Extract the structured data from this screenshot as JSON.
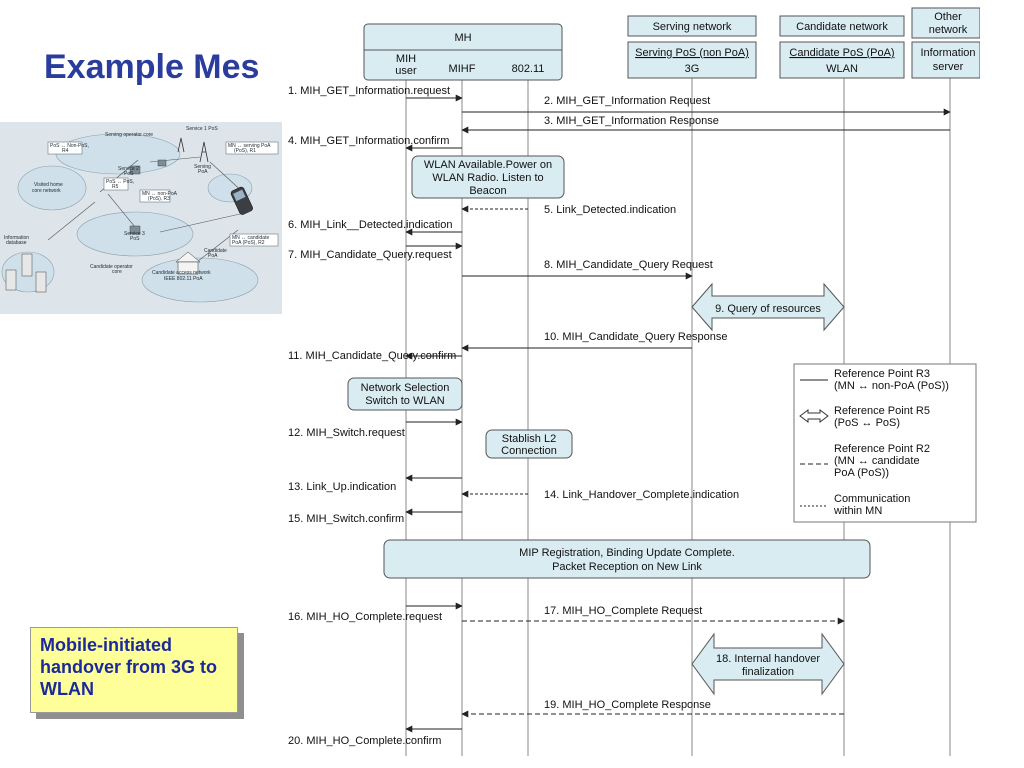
{
  "slide": {
    "title": "Example Mes",
    "note": "Mobile-initiated handover from 3G to WLAN"
  },
  "topology": {
    "labels": {
      "serving_core": "Serving operator core",
      "service1": "Service 1 PoS",
      "pos_nonpos_r4_a": "PoS ↔ Non-PoS,",
      "pos_nonpos_r4_b": "R4",
      "mn_serving_a": "MN ↔ serving PoA",
      "mn_serving_b": "(PoS), R1",
      "service2_a": "Service 2",
      "service2_b": "PoS",
      "pos_pos_r5_a": "PoS ↔ PoS,",
      "pos_pos_r5_b": "R5",
      "serving_poa_a": "Serving",
      "serving_poa_b": "PoA",
      "mn_nonpoa_a": "MN ↔ non-PoA",
      "mn_nonpoa_b": "(PoS), R3",
      "visited_a": "Visited home",
      "visited_b": "core network",
      "info_db_a": "Information",
      "info_db_b": "database",
      "service3_a": "Service 3",
      "service3_b": "PoS",
      "mn_candidate_a": "MN ↔ candidate",
      "mn_candidate_b": "PoA (PoS), R2",
      "candidate_core_a": "Candidate operator",
      "candidate_core_b": "core",
      "candidate_poa_a": "Candidate",
      "candidate_poa_b": "PoA",
      "candidate_access_a": "Candidate access network",
      "candidate_access_b": "IEEE 802.11 PoA"
    }
  },
  "diagram": {
    "headers": {
      "mh": "MH",
      "mih_user_a": "MIH",
      "mih_user_b": "user",
      "mihf": "MIHF",
      "ieee80211": "802.11",
      "serving_network": "Serving network",
      "serving_pos_a": "Serving PoS (non PoA)",
      "serving_pos_b": "3G",
      "candidate_network": "Candidate network",
      "candidate_pos_a": "Candidate PoS (PoA)",
      "candidate_pos_b": "WLAN",
      "other_network_a": "Other",
      "other_network_b": "network",
      "info_server_a": "Information",
      "info_server_b": "server"
    },
    "messages": [
      "1. MIH_GET_Information.request",
      "2. MIH_GET_Information Request",
      "3. MIH_GET_Information Response",
      "4. MIH_GET_Information.confirm",
      "5. Link_Detected.indication",
      "6. MIH_Link__Detected.indication",
      "7. MIH_Candidate_Query.request",
      "8. MIH_Candidate_Query Request",
      "10. MIH_Candidate_Query Response",
      "11. MIH_Candidate_Query.confirm",
      "12. MIH_Switch.request",
      "13. Link_Up.indication",
      "14. Link_Handover_Complete.indication",
      "15. MIH_Switch.confirm",
      "16. MIH_HO_Complete.request",
      "17. MIH_HO_Complete Request",
      "19. MIH_HO_Complete Response",
      "20. MIH_HO_Complete.confirm"
    ],
    "boxes": {
      "wlan_a": "WLAN Available.Power on",
      "wlan_b": "WLAN Radio. Listen to",
      "wlan_c": "Beacon",
      "query_resources": "9. Query of resources",
      "net_sel_a": "Network Selection",
      "net_sel_b": "Switch to WLAN",
      "stablish_a": "Stablish L2",
      "stablish_b": "Connection",
      "mip_a": "MIP Registration, Binding Update Complete.",
      "mip_b": "Packet Reception on New Link",
      "internal_a": "18. Internal handover",
      "internal_b": "finalization"
    },
    "legend": {
      "r3_a": "Reference Point R3",
      "r3_b": "(MN ↔ non-PoA (PoS))",
      "r5_a": "Reference Point R5",
      "r5_b": "(PoS ↔ PoS)",
      "r2_a": "Reference Point R2",
      "r2_b": "(MN ↔ candidate",
      "r2_c": "PoA (PoS))",
      "comm_a": "Communication",
      "comm_b": "within MN"
    }
  },
  "colors": {
    "title": "#2a3c9c",
    "box_fill": "#d9ecf2",
    "note_fill": "#ffff99",
    "note_text": "#1b2a9a"
  }
}
